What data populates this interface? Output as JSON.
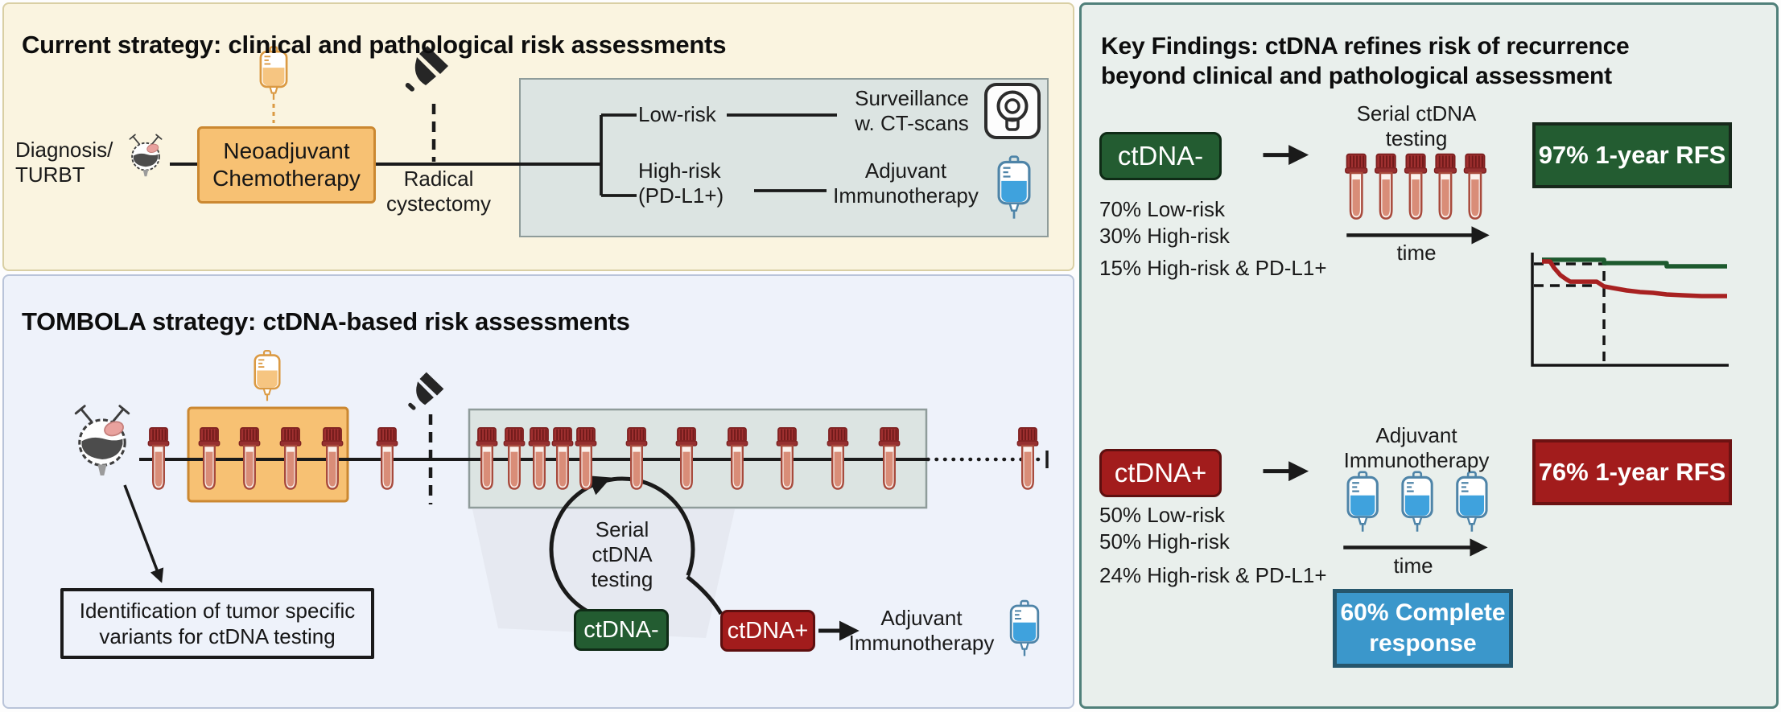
{
  "page": {
    "type": "scientific graphical abstract"
  },
  "colors": {
    "panel_current_bg": "#faf4e0",
    "panel_current_border": "#d9cfa4",
    "panel_tombola_bg": "#eef2fa",
    "panel_tombola_border": "#b9c4d9",
    "panel_key_bg": "#e9efec",
    "panel_key_border": "#50807a",
    "chemo_orange": "#f7c173",
    "chemo_orange_border": "#cb8831",
    "ctdna_negative_green": "#235c31",
    "ctdna_positive_red": "#a21c1c",
    "complete_response_blue": "#3b97cb",
    "inner_timeline_box": "#dce4e2",
    "blood_tube_cap": "#a03030",
    "blood_tube_liquid": "#d98d78",
    "immunotherapy_liquid": "#3fa2dd"
  },
  "icons": {
    "bladder": "bladder-icon",
    "chemo_iv_bag": "chemo-iv-bag-icon",
    "immunotherapy_iv_bag": "immunotherapy-iv-bag-icon",
    "scalpel": "scalpel-icon",
    "ct_scanner": "ct-scanner-icon",
    "blood_tube": "blood-tube-icon",
    "cycle_arrow": "cycle-arrow-icon"
  },
  "panel_current": {
    "title": "Current strategy: clinical and pathological risk assessments",
    "diagnosis_lines": [
      "Diagnosis/",
      "TURBT"
    ],
    "neoadjuvant_lines": [
      "Neoadjuvant",
      "Chemotherapy"
    ],
    "cystectomy_lines": [
      "Radical",
      "cystectomy"
    ],
    "low_risk": "Low-risk",
    "high_risk_lines": [
      "High-risk",
      "(PD-L1+)"
    ],
    "surveillance_lines": [
      "Surveillance",
      "w. CT-scans"
    ],
    "adjuvant_lines": [
      "Adjuvant",
      "Immunotherapy"
    ]
  },
  "panel_tombola": {
    "title": "TOMBOLA strategy: ctDNA-based risk assessments",
    "identification_lines": [
      "Identification of tumor specific",
      "variants for ctDNA testing"
    ],
    "serial_lines": [
      "Serial",
      "ctDNA",
      "testing"
    ],
    "ctdna_negative": "ctDNA-",
    "ctdna_positive": "ctDNA+",
    "adjuvant_lines": [
      "Adjuvant",
      "Immunotherapy"
    ]
  },
  "panel_key": {
    "title_lines": [
      "Key Findings: ctDNA refines risk of recurrence",
      "beyond clinical and pathological assessment"
    ],
    "negative": {
      "badge": "ctDNA-",
      "stat_lines": [
        "70% Low-risk",
        "30% High-risk"
      ],
      "stat_pdl1": "15% High-risk & PD-L1+",
      "pathway_lines": [
        "Serial ctDNA",
        "testing"
      ],
      "time_label": "time",
      "outcome": "97% 1-year RFS"
    },
    "positive": {
      "badge": "ctDNA+",
      "stat_lines": [
        "50% Low-risk",
        "50% High-risk"
      ],
      "stat_pdl1": "24% High-risk & PD-L1+",
      "pathway_lines": [
        "Adjuvant",
        "Immunotherapy"
      ],
      "time_label": "time",
      "outcome": "76% 1-year RFS"
    },
    "complete_response_lines": [
      "60% Complete",
      "response"
    ]
  },
  "chart_data": {
    "type": "line",
    "subtype": "kaplan-meier-schematic",
    "title": "Recurrence-free survival by ctDNA status (schematic, no tick labels)",
    "xlabel": "",
    "ylabel": "",
    "grid": false,
    "legend_position": "none",
    "annotations": [
      "ctDNA- arm: 97% 1-year RFS",
      "ctDNA+ arm: 76% 1-year RFS"
    ],
    "series": [
      {
        "name": "ctDNA-",
        "color": "#1d5a2e",
        "one_year_rfs_pct": 97,
        "points_norm": [
          [
            0.049,
            0.05
          ],
          [
            0.365,
            0.05
          ],
          [
            0.365,
            0.079
          ],
          [
            0.684,
            0.079
          ],
          [
            0.684,
            0.108
          ],
          [
            0.992,
            0.108
          ]
        ]
      },
      {
        "name": "ctDNA+",
        "color": "#a82121",
        "one_year_rfs_pct": 76,
        "points_norm": [
          [
            0.049,
            0.065
          ],
          [
            0.09,
            0.065
          ],
          [
            0.111,
            0.122
          ],
          [
            0.143,
            0.187
          ],
          [
            0.172,
            0.223
          ],
          [
            0.193,
            0.245
          ],
          [
            0.328,
            0.245
          ],
          [
            0.365,
            0.288
          ],
          [
            0.41,
            0.302
          ],
          [
            0.48,
            0.324
          ],
          [
            0.549,
            0.338
          ],
          [
            0.615,
            0.345
          ],
          [
            0.684,
            0.36
          ],
          [
            0.766,
            0.367
          ],
          [
            0.861,
            0.374
          ],
          [
            0.992,
            0.374
          ]
        ]
      }
    ],
    "dashed_markers": {
      "vline_x": 0.365,
      "top_hline": {
        "y": 0.086,
        "x_end": 0.377
      },
      "mid_hline": {
        "y": 0.281,
        "x_end": 0.303
      }
    }
  }
}
